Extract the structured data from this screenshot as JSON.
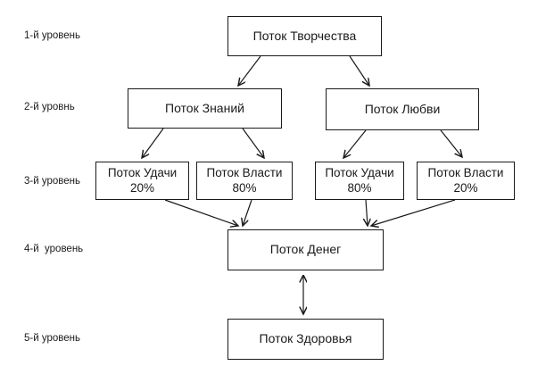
{
  "diagram": {
    "level_labels": [
      "1-й уровень",
      "2-й уровнь",
      "3-й уровень",
      "4-й  уровень",
      "5-й уровень"
    ],
    "nodes": {
      "creativity": {
        "title": "Поток Творчества"
      },
      "knowledge": {
        "title": "Поток Знаний"
      },
      "love": {
        "title": "Поток Любви"
      },
      "luck_left": {
        "title": "Поток Удачи",
        "value": "20%"
      },
      "power_left": {
        "title": "Поток Власти",
        "value": "80%"
      },
      "luck_right": {
        "title": "Поток Удачи",
        "value": "80%"
      },
      "power_right": {
        "title": "Поток Власти",
        "value": "20%"
      },
      "money": {
        "title": "Поток Денег"
      },
      "health": {
        "title": "Поток Здоровья"
      }
    },
    "edges": [
      {
        "from": "creativity",
        "to": "knowledge",
        "type": "arrow"
      },
      {
        "from": "creativity",
        "to": "love",
        "type": "arrow"
      },
      {
        "from": "knowledge",
        "to": "luck_left",
        "type": "arrow"
      },
      {
        "from": "knowledge",
        "to": "power_left",
        "type": "arrow"
      },
      {
        "from": "love",
        "to": "luck_right",
        "type": "arrow"
      },
      {
        "from": "love",
        "to": "power_right",
        "type": "arrow"
      },
      {
        "from": "luck_left",
        "to": "money",
        "type": "arrow"
      },
      {
        "from": "power_left",
        "to": "money",
        "type": "arrow"
      },
      {
        "from": "luck_right",
        "to": "money",
        "type": "arrow"
      },
      {
        "from": "power_right",
        "to": "money",
        "type": "arrow"
      },
      {
        "from": "money",
        "to": "health",
        "type": "double-arrow"
      }
    ],
    "colors": {
      "background": "#ffffff",
      "line": "#1a1a1a",
      "text": "#1a1a1a"
    }
  }
}
